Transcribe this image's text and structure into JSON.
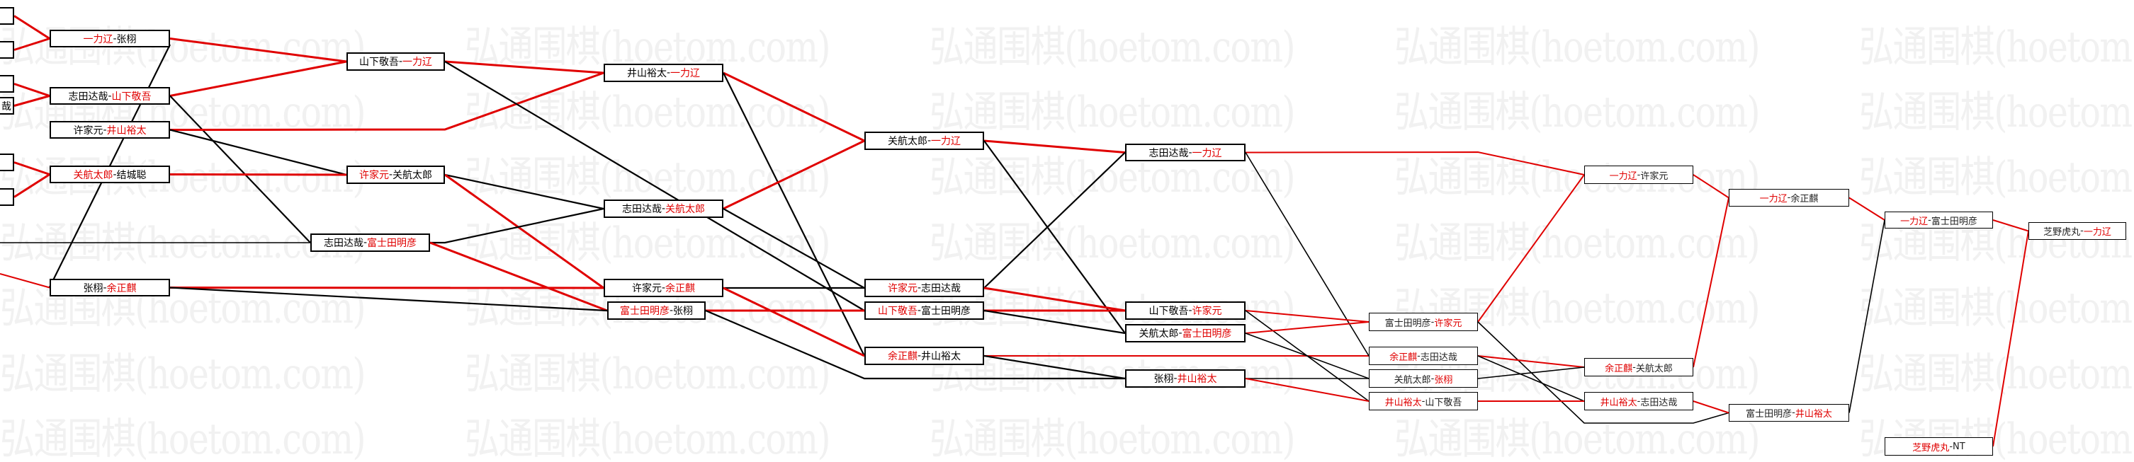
{
  "watermark": "弘通围棋(hoetom.com)",
  "colors": {
    "winner": "#e00000",
    "line_win": "#e00000",
    "line_loss": "#000000"
  },
  "separator": "-",
  "stubs": [
    "",
    "",
    "",
    "哉",
    "",
    ""
  ],
  "matches": [
    {
      "id": "m1",
      "p1": "一力辽",
      "p2": "张栩",
      "winner": 1
    },
    {
      "id": "m2",
      "p1": "志田达哉",
      "p2": "山下敬吾",
      "winner": 2
    },
    {
      "id": "m3",
      "p1": "许家元",
      "p2": "井山裕太",
      "winner": 2
    },
    {
      "id": "m4",
      "p1": "关航太郎",
      "p2": "结城聪",
      "winner": 1
    },
    {
      "id": "m5",
      "p1": "张栩",
      "p2": "余正麒",
      "winner": 2
    },
    {
      "id": "m6",
      "p1": "山下敬吾",
      "p2": "一力辽",
      "winner": 2
    },
    {
      "id": "m7",
      "p1": "许家元",
      "p2": "关航太郎",
      "winner": 1
    },
    {
      "id": "m8",
      "p1": "志田达哉",
      "p2": "富士田明彦",
      "winner": 2
    },
    {
      "id": "m9",
      "p1": "井山裕太",
      "p2": "一力辽",
      "winner": 2
    },
    {
      "id": "m10",
      "p1": "志田达哉",
      "p2": "关航太郎",
      "winner": 2
    },
    {
      "id": "m11",
      "p1": "许家元",
      "p2": "余正麒",
      "winner": 2
    },
    {
      "id": "m12",
      "p1": "富士田明彦",
      "p2": "张栩",
      "winner": 1
    },
    {
      "id": "m13",
      "p1": "关航太郎",
      "p2": "一力辽",
      "winner": 2
    },
    {
      "id": "m14",
      "p1": "许家元",
      "p2": "志田达哉",
      "winner": 1
    },
    {
      "id": "m15",
      "p1": "山下敬吾",
      "p2": "富士田明彦",
      "winner": 1
    },
    {
      "id": "m16",
      "p1": "余正麒",
      "p2": "井山裕太",
      "winner": 1
    },
    {
      "id": "m17",
      "p1": "志田达哉",
      "p2": "一力辽",
      "winner": 2
    },
    {
      "id": "m18",
      "p1": "山下敬吾",
      "p2": "许家元",
      "winner": 2
    },
    {
      "id": "m19",
      "p1": "关航太郎",
      "p2": "富士田明彦",
      "winner": 2
    },
    {
      "id": "m20",
      "p1": "张栩",
      "p2": "井山裕太",
      "winner": 2
    },
    {
      "id": "m21",
      "p1": "富士田明彦",
      "p2": "许家元",
      "winner": 2
    },
    {
      "id": "m22",
      "p1": "余正麒",
      "p2": "志田达哉",
      "winner": 1
    },
    {
      "id": "m23",
      "p1": "关航太郎",
      "p2": "张栩",
      "winner": 2
    },
    {
      "id": "m24",
      "p1": "井山裕太",
      "p2": "山下敬吾",
      "winner": 1
    },
    {
      "id": "m25",
      "p1": "一力辽",
      "p2": "许家元",
      "winner": 1
    },
    {
      "id": "m26",
      "p1": "余正麒",
      "p2": "关航太郎",
      "winner": 1
    },
    {
      "id": "m27",
      "p1": "井山裕太",
      "p2": "志田达哉",
      "winner": 1
    },
    {
      "id": "m28",
      "p1": "一力辽",
      "p2": "余正麒",
      "winner": 1
    },
    {
      "id": "m29",
      "p1": "富士田明彦",
      "p2": "井山裕太",
      "winner": 2
    },
    {
      "id": "m30",
      "p1": "一力辽",
      "p2": "富士田明彦",
      "winner": 1
    },
    {
      "id": "m31",
      "p1": "芝野虎丸",
      "p2": "NT",
      "winner": 1
    },
    {
      "id": "m32",
      "p1": "芝野虎丸",
      "p2": "一力辽",
      "winner": 2
    }
  ]
}
